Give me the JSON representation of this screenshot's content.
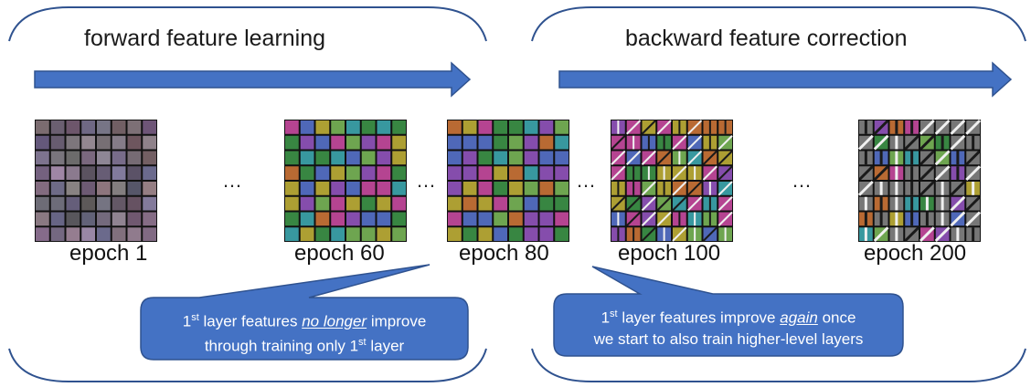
{
  "phases": [
    {
      "title": "forward feature learning"
    },
    {
      "title": "backward feature correction"
    }
  ],
  "epochs": [
    {
      "label": "epoch 1",
      "style": "noise"
    },
    {
      "label": "epoch 60",
      "style": "blob"
    },
    {
      "label": "epoch 80",
      "style": "blob"
    },
    {
      "label": "epoch 100",
      "style": "mixed"
    },
    {
      "label": "epoch 200",
      "style": "edge"
    }
  ],
  "ellipsis": "…",
  "callouts": [
    {
      "ordinal": "1",
      "superscript": "st",
      "line1_pre": " layer features ",
      "line1_emph": "no longer",
      "line1_post": " improve",
      "line2_pre": "through training only 1",
      "line2_sup": "st",
      "line2_post": " layer"
    },
    {
      "ordinal": "1",
      "superscript": "st",
      "line1_pre": " layer features improve ",
      "line1_emph": "again",
      "line1_post": " once",
      "line2_pre": "we start to also train higher-level layers",
      "line2_sup": "",
      "line2_post": ""
    }
  ],
  "colors": {
    "arrow": "#4472c4",
    "arrow_border": "#2f528f",
    "callout_fill": "#4472c4",
    "bracket": "#2f528f"
  }
}
